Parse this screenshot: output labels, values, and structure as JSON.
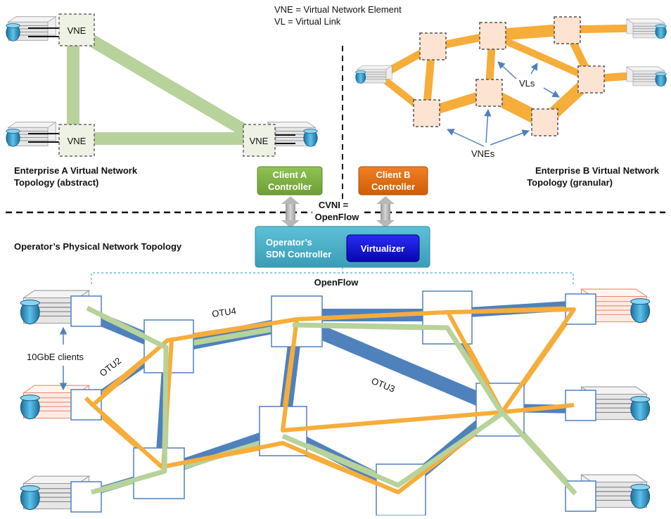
{
  "legend": {
    "vne_def": "VNE = Virtual Network Element",
    "vl_def": "VL = Virtual Link"
  },
  "enterprise_a": {
    "node_label": "VNE",
    "caption_line1": "Enterprise A Virtual Network",
    "caption_line2": "Topology (abstract)"
  },
  "enterprise_b": {
    "vls_label": "VLs",
    "vnes_label": "VNEs",
    "caption_line1": "Enterprise B Virtual Network",
    "caption_line2": "Topology (granular)"
  },
  "controllers": {
    "client_a_line1": "Client A",
    "client_a_line2": "Controller",
    "client_b_line1": "Client B",
    "client_b_line2": "Controller",
    "cvni_line1": "CVNI =",
    "cvni_line2": "OpenFlow",
    "operator_line1": "Operator’s",
    "operator_line2": "SDN Controller",
    "virtualizer": "Virtualizer",
    "openflow": "OpenFlow"
  },
  "physical": {
    "title": "Operator’s Physical Network Topology",
    "clients_label": "10GbE clients",
    "otu4": "OTU4",
    "otu2": "OTU2",
    "otu3": "OTU3"
  },
  "colors": {
    "green_link": "#b7d29a",
    "orange_link": "#f6ad3a",
    "blue_link": "#4f81bd",
    "client_a": "#7aaf3f",
    "client_b": "#e36c0a",
    "operator": "#4bacc6",
    "virtualizer": "#0b0bd6",
    "node_fill_b": "#fde3d2",
    "router_blue": "#2e9fd3"
  }
}
